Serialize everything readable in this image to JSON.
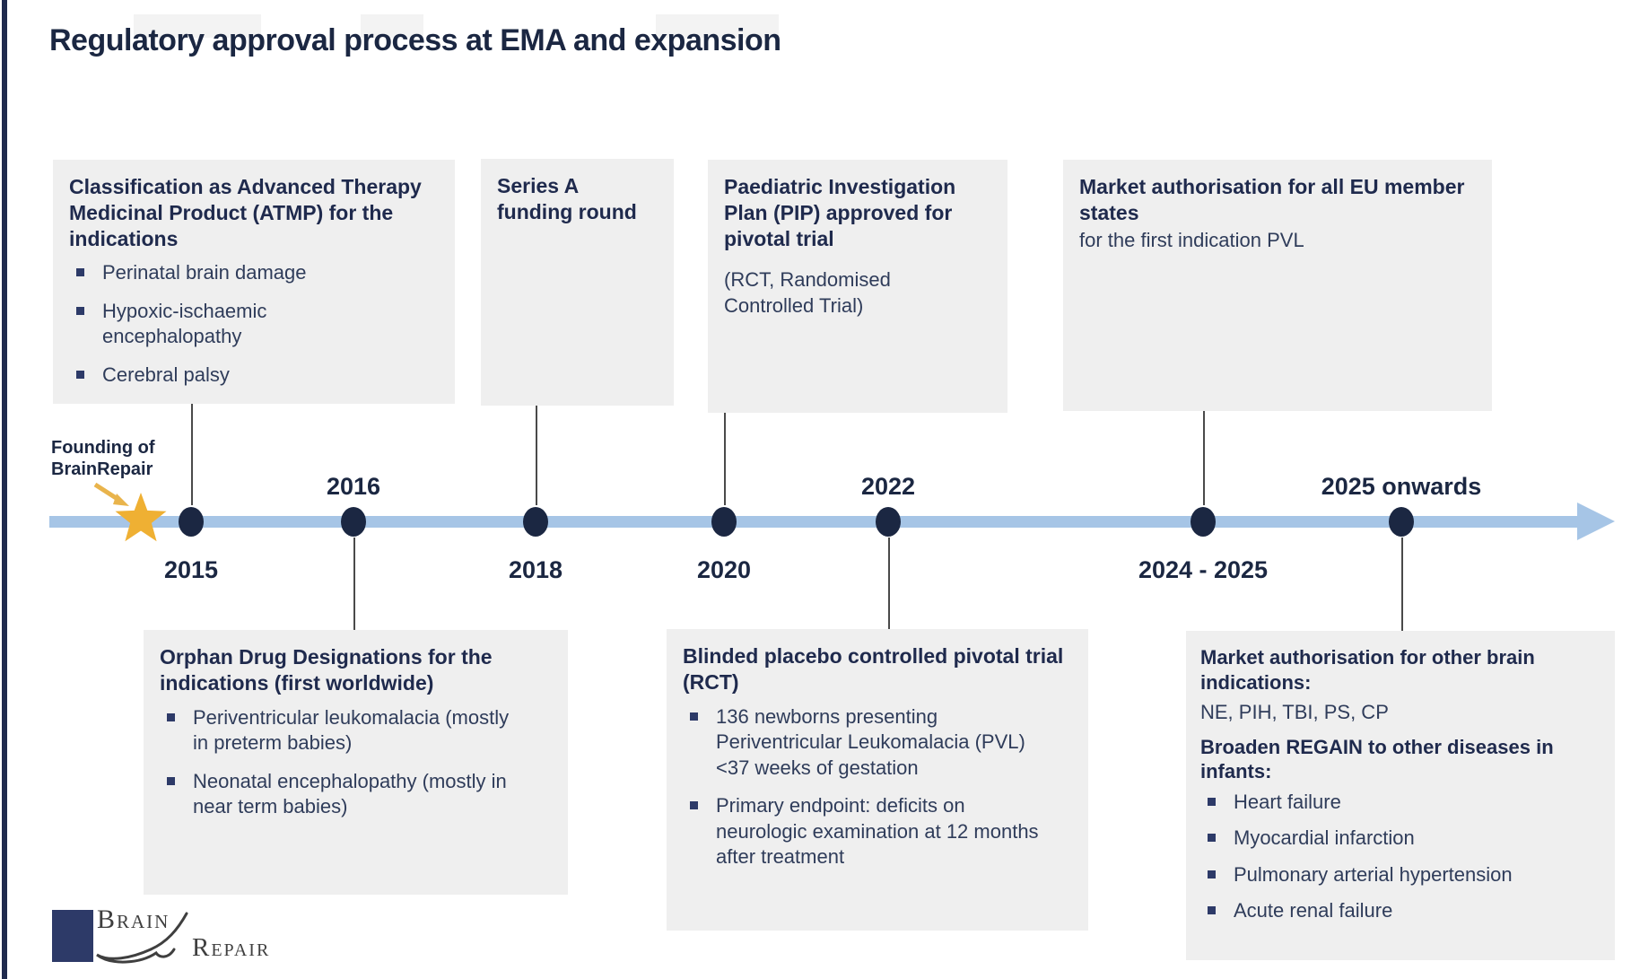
{
  "slide": {
    "title": "Regulatory approval process at EMA and expansion"
  },
  "timeline": {
    "founding": {
      "line1": "Founding of",
      "line2": "BrainRepair"
    },
    "years": {
      "y2015": "2015",
      "y2016": "2016",
      "y2018": "2018",
      "y2020": "2020",
      "y2022": "2022",
      "y2024": "2024 - 2025",
      "y2025": "2025 onwards"
    }
  },
  "boxes": {
    "atmp": {
      "heading": "Classification as Advanced Therapy Medicinal Product (ATMP) for the indications",
      "bullets": [
        "Perinatal brain damage",
        "Hypoxic-ischaemic encephalopathy",
        "Cerebral palsy"
      ]
    },
    "series_a": {
      "heading": "Series A funding round"
    },
    "pip": {
      "heading": "Paediatric Investigation Plan (PIP) approved for pivotal trial",
      "body": "(RCT, Randomised Controlled Trial)"
    },
    "market_eu": {
      "heading": "Market authorisation for all EU member states",
      "body": "for the first indication PVL"
    },
    "orphan": {
      "heading": "Orphan Drug Designations for the indications (first worldwide)",
      "bullets": [
        "Periventricular leukomalacia (mostly in preterm babies)",
        "Neonatal encephalopathy (mostly in near term babies)"
      ]
    },
    "rct": {
      "heading": "Blinded placebo controlled pivotal trial (RCT)",
      "bullets": [
        "136 newborns presenting Periventricular Leukomalacia (PVL) <37 weeks of gestation",
        "Primary endpoint: deficits on neurologic examination at 12 months after treatment"
      ]
    },
    "market_other": {
      "heading1": "Market authorisation for other brain indications:",
      "body1": "NE, PIH, TBI, PS, CP",
      "heading2": "Broaden REGAIN to other diseases in infants:",
      "bullets": [
        "Heart failure",
        "Myocardial infarction",
        "Pulmonary arterial hypertension",
        "Acute renal failure"
      ]
    }
  },
  "logo": {
    "word1": "Brain",
    "word2": "Repair"
  },
  "colors": {
    "navy": "#1B2742",
    "timeline_blue": "#A6C5E6",
    "star_gold": "#EFB033",
    "box_gray": "#EFEFEF",
    "logo_navy": "#2D3A68"
  }
}
